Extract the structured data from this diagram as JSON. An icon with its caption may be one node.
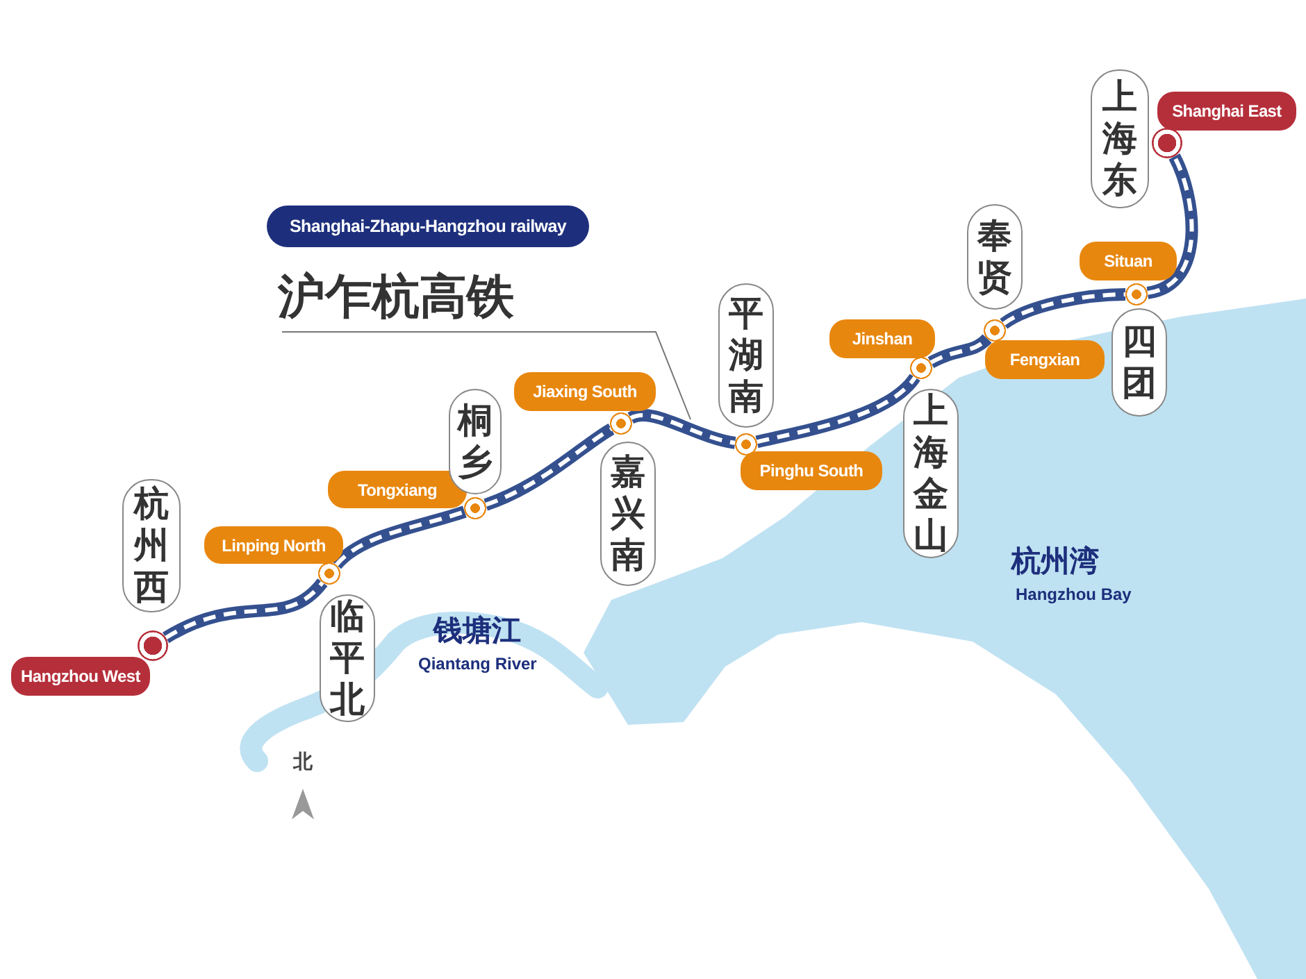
{
  "diagram": {
    "nodes": [
      {
        "text": [
          "Shanghai-Zhapu-Hangzhou railway"
        ]
      },
      {
        "text": [
          "沪乍杭高铁"
        ]
      },
      {
        "text": [],
        "shape": "circle"
      },
      {
        "text": [
          "Hangzhou West"
        ]
      },
      {
        "text": [
          "杭州西"
        ]
      },
      {
        "text": [],
        "shape": "circle"
      },
      {
        "text": [
          "Linping North"
        ]
      },
      {
        "text": [
          "临平北"
        ]
      },
      {
        "text": [],
        "shape": "circle"
      },
      {
        "text": [
          "Tongxiang"
        ]
      },
      {
        "text": [
          "桐乡"
        ]
      },
      {
        "text": [],
        "shape": "circle"
      },
      {
        "text": [
          "Jiaxing South"
        ]
      },
      {
        "text": [
          "嘉兴南"
        ]
      },
      {
        "text": [],
        "shape": "circle"
      },
      {
        "text": [
          "Pinghu South"
        ]
      },
      {
        "text": [
          "平湖南"
        ]
      },
      {
        "text": [],
        "shape": "circle"
      },
      {
        "text": [
          "Jinshan"
        ]
      },
      {
        "text": [
          "上海金山"
        ]
      },
      {
        "text": [],
        "shape": "circle"
      },
      {
        "text": [
          "Fengxian"
        ]
      },
      {
        "text": [
          "奉贤"
        ]
      },
      {
        "text": [],
        "shape": "circle"
      },
      {
        "text": [
          "Situan"
        ]
      },
      {
        "text": [
          "四团"
        ]
      },
      {
        "text": [],
        "shape": "circle"
      },
      {
        "text": [
          "Shanghai East"
        ]
      },
      {
        "text": [
          "上海东"
        ]
      }
    ],
    "edges": [
      {
        "from": 2,
        "to": 5,
        "arrow": "none"
      },
      {
        "from": 5,
        "to": 8,
        "arrow": "none"
      },
      {
        "from": 8,
        "to": 11,
        "arrow": "none"
      },
      {
        "from": 11,
        "to": 14,
        "arrow": "none"
      },
      {
        "from": 14,
        "to": 17,
        "arrow": "none"
      },
      {
        "from": 17,
        "to": 20,
        "arrow": "none"
      },
      {
        "from": 20,
        "to": 23,
        "arrow": "none"
      },
      {
        "from": 23,
        "to": 26,
        "arrow": "none"
      },
      {
        "from": 1,
        "to": null,
        "arrow": "none"
      }
    ],
    "labels": [
      "钱塘江",
      "Qiantang River",
      "杭州湾",
      "Hangzhou Bay",
      "北"
    ]
  }
}
